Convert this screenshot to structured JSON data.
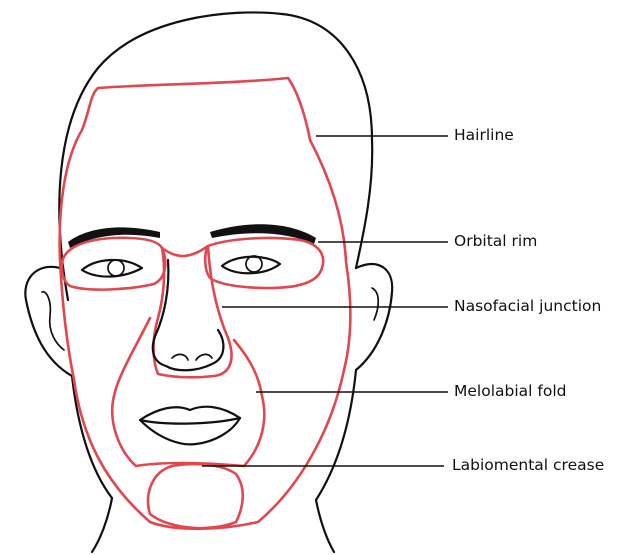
{
  "labels": {
    "hairline": "Hairline",
    "orbital_rim": "Orbital rim",
    "nasofacial_junction": "Nasofacial junction",
    "melolabial_fold": "Melolabial fold",
    "labiomental_crease": "Labiomental crease"
  },
  "colors": {
    "outline": "#111111",
    "subunit_lines": "#e0474f",
    "background": "#ffffff"
  }
}
